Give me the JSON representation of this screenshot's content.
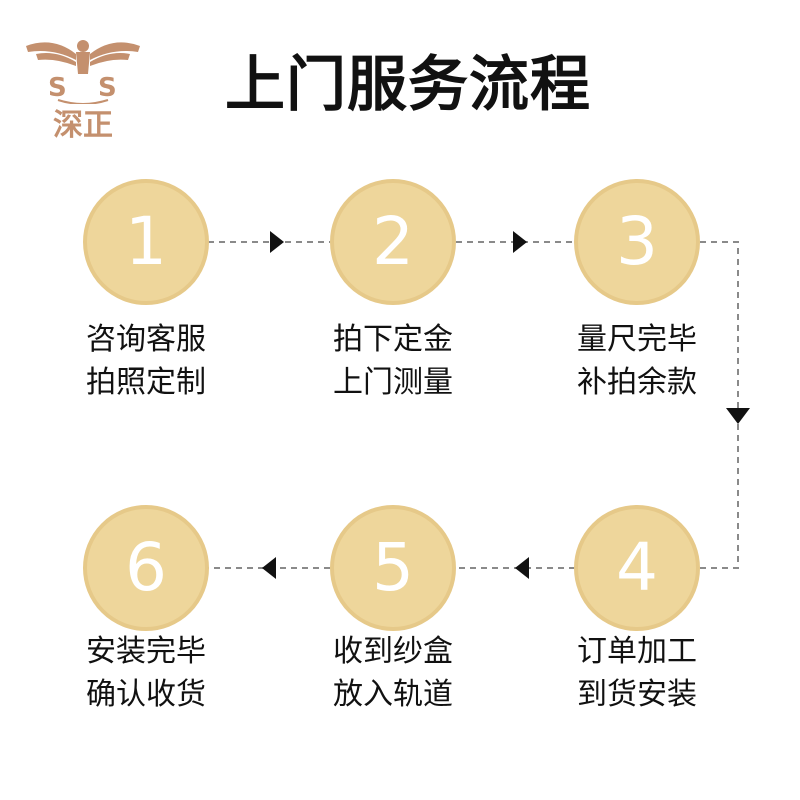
{
  "brand": {
    "name": "深正"
  },
  "title": "上门服务流程",
  "steps": [
    {
      "number": "1",
      "line1": "咨询客服",
      "line2": "拍照定制"
    },
    {
      "number": "2",
      "line1": "拍下定金",
      "line2": "上门测量"
    },
    {
      "number": "3",
      "line1": "量尺完毕",
      "line2": "补拍余款"
    },
    {
      "number": "4",
      "line1": "订单加工",
      "line2": "到货安装"
    },
    {
      "number": "5",
      "line1": "收到纱盒",
      "line2": "放入轨道"
    },
    {
      "number": "6",
      "line1": "安装完毕",
      "line2": "确认收货"
    }
  ],
  "colors": {
    "circle_fill": "#eed69b",
    "circle_ring": "#e6c989",
    "connector": "#8a8a8a",
    "arrow": "#111111",
    "brand": "#c4906e"
  }
}
